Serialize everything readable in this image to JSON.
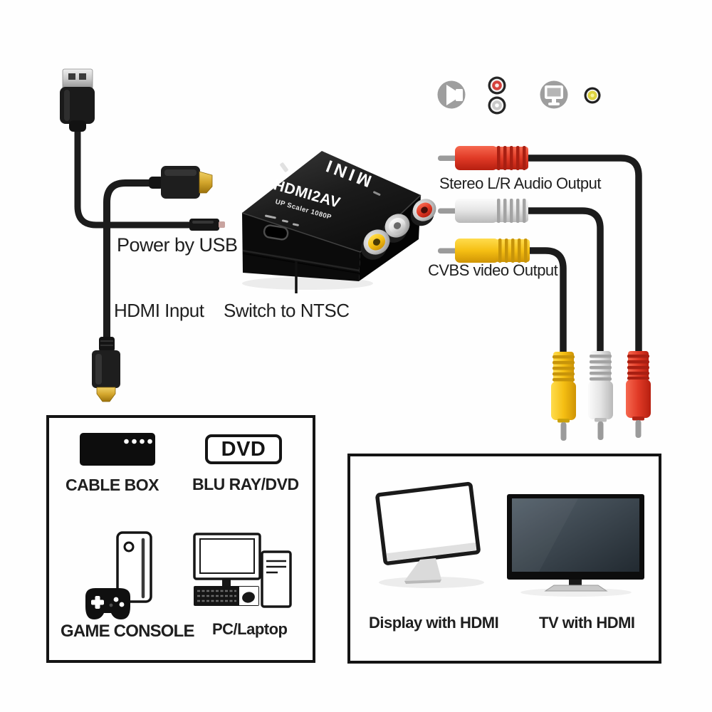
{
  "converter": {
    "brand": "MINI",
    "model": "HDMI2AV",
    "subtitle": "UP Scaler 1080P"
  },
  "callouts": {
    "power_by_usb": "Power by USB",
    "hdmi_input": "HDMI Input",
    "switch_to_ntsc": "Switch to NTSC",
    "stereo_audio_output": "Stereo L/R Audio Output",
    "cvbs_video_output": "CVBS video Output"
  },
  "source_devices_box": {
    "cable_box_label": "CABLE BOX",
    "dvd_badge": "DVD",
    "blu_ray_label": "BLU RAY/DVD",
    "game_console_label": "GAME CONSOLE",
    "pc_laptop_label": "PC/Laptop"
  },
  "output_devices_box": {
    "display_label": "Display with HDMI",
    "tv_label": "TV with HDMI"
  },
  "legend_icons": {
    "speaker": "speaker-icon",
    "rca_red_port": "rca-red-port-icon",
    "rca_white_port": "rca-white-port-icon",
    "display": "display-icon",
    "rca_yellow_port": "rca-yellow-port-icon"
  },
  "colors": {
    "rca_red": "#d6423c",
    "rca_white": "#e9e9e9",
    "rca_yellow": "#f2c71d",
    "cable_black": "#1c1c1c",
    "icon_gray": "#9e9e9e",
    "gold": "#d9b544",
    "text": "#1f1f1f"
  }
}
